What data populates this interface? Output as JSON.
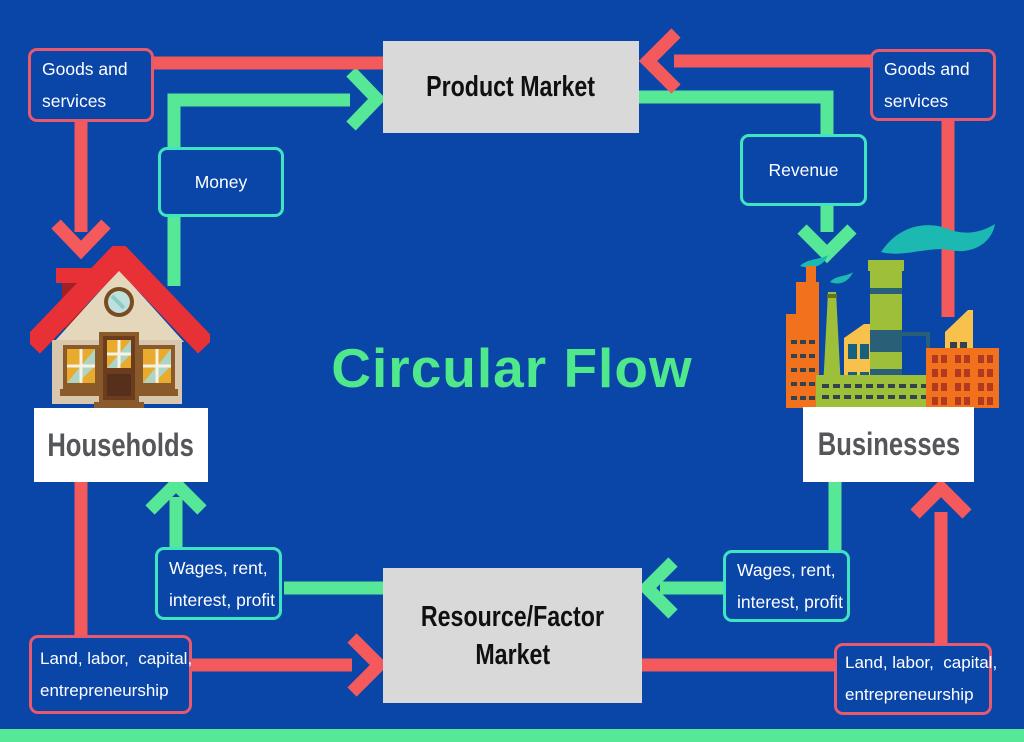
{
  "title": "Circular Flow",
  "markets": {
    "product": {
      "label": "Product Market"
    },
    "resource": {
      "lines": [
        "Resource/Factor",
        "Market"
      ]
    }
  },
  "actors": {
    "households": {
      "label": "Households",
      "icon": "house"
    },
    "businesses": {
      "label": "Businesses",
      "icon": "factory"
    }
  },
  "flow_boxes": {
    "goods_left": {
      "lines": [
        "Goods and",
        "services"
      ]
    },
    "goods_right": {
      "lines": [
        "Goods and",
        "services"
      ]
    },
    "money": {
      "label": "Money"
    },
    "revenue": {
      "label": "Revenue"
    },
    "wages_left": {
      "lines": [
        "Wages, rent,",
        "interest, profit"
      ]
    },
    "wages_right": {
      "lines": [
        "Wages, rent,",
        "interest, profit"
      ]
    },
    "land_left": {
      "lines": [
        "Land, labor,  capital,",
        "entrepreneurship"
      ]
    },
    "land_right": {
      "lines": [
        "Land, labor,  capital,",
        "entrepreneurship"
      ]
    }
  },
  "colors": {
    "background": "#0a45a8",
    "red_arrow": "#f4595c",
    "green_arrow": "#57e897",
    "teal_box_border": "#3fe5c0",
    "red_box_border": "#e8596e",
    "market_box": "#d9d9d9",
    "actor_label_bg": "#ffffff",
    "actor_label_text": "#55565a",
    "title_green": "#4fe98c"
  }
}
